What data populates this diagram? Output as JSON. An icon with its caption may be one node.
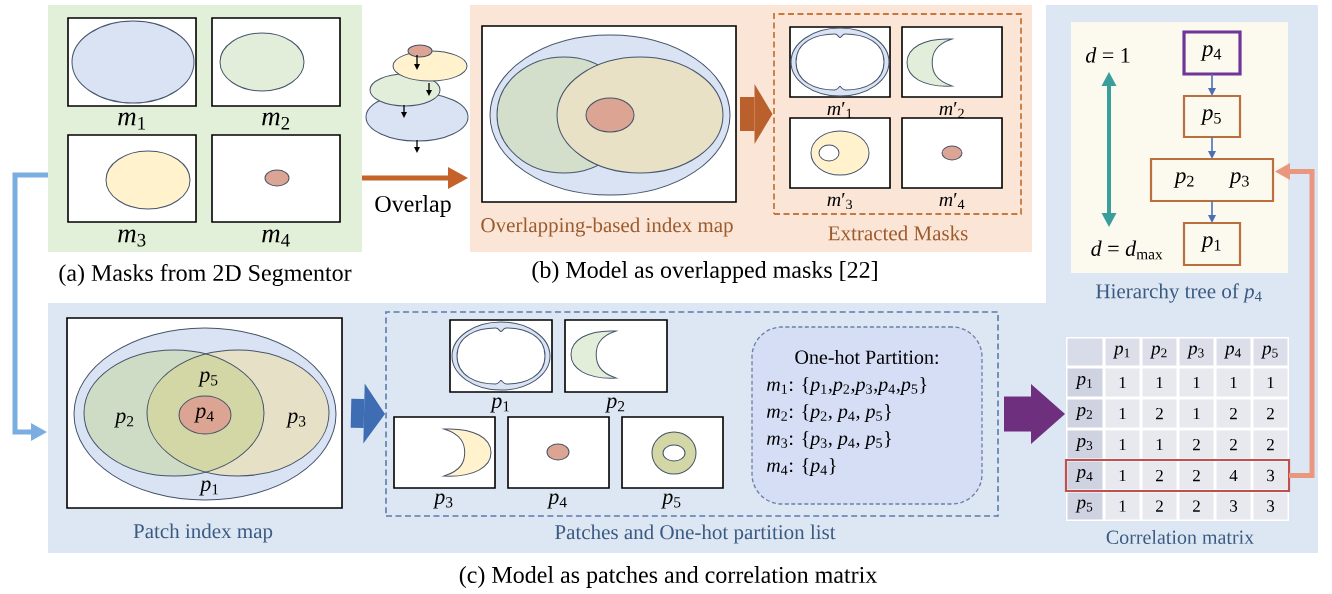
{
  "diagram": {
    "nodes": [
      {
        "text": [
          "(a) Masks from 2D Segmentor"
        ]
      },
      {
        "text": [
          "*m*$_{1}$"
        ],
        "in": 0
      },
      {
        "text": [
          "*m*$_{2}$"
        ],
        "in": 0
      },
      {
        "text": [
          "*m*$_{3}$"
        ],
        "in": 0
      },
      {
        "text": [
          "*m*$_{4}$"
        ],
        "in": 0
      },
      {
        "text": [
          "(b) Model as overlapped masks [22]"
        ]
      },
      {
        "text": [
          "Overlapping-based index map"
        ],
        "in": 5
      },
      {
        "text": [
          "Extracted Masks"
        ],
        "in": 5
      },
      {
        "text": [
          "*m*′$_{1}$"
        ],
        "in": 7
      },
      {
        "text": [
          "*m*′$_{2}$"
        ],
        "in": 7
      },
      {
        "text": [
          "*m*′$_{3}$"
        ],
        "in": 7
      },
      {
        "text": [
          "*m*′$_{4}$"
        ],
        "in": 7
      },
      {
        "text": [
          "(c) Model as patches and correlation matrix"
        ]
      },
      {
        "text": [
          "Hierarchy tree of *p*$_{4}$"
        ],
        "in": 12
      },
      {
        "text": [
          "*p*$_{4}$"
        ],
        "in": 13
      },
      {
        "text": [
          "*p*$_{5}$"
        ],
        "in": 13
      },
      {
        "text": [
          "*p*$_{2}$",
          "*p*$_{3}$"
        ],
        "in": 13
      },
      {
        "text": [
          "*p*$_{1}$"
        ],
        "in": 13
      },
      {
        "text": [
          "*p*$_{5}$",
          "*p*$_{2}$",
          "*p*$_{4}$",
          "*p*$_{3}$",
          "*p*$_{1}$",
          "Patch index map"
        ],
        "in": 12
      },
      {
        "text": [
          "Patches and One-hot partition list"
        ],
        "in": 12
      },
      {
        "text": [
          "*p*$_{1}$"
        ],
        "in": 19
      },
      {
        "text": [
          "*p*$_{2}$"
        ],
        "in": 19
      },
      {
        "text": [
          "*p*$_{3}$"
        ],
        "in": 19
      },
      {
        "text": [
          "*p*$_{4}$"
        ],
        "in": 19
      },
      {
        "text": [
          "*p*$_{5}$"
        ],
        "in": 19
      },
      {
        "text": [
          "One-hot Partition:",
          "*m*$_{1}$: {*p*$_{1}$,*p*$_{2}$,*p*$_{3}$,*p*$_{4}$,*p*$_{5}$}",
          "*m*$_{2}$: {*p*$_{2}$, *p*$_{4}$, *p*$_{5}$}",
          "*m*$_{3}$: {*p*$_{3}$, *p*$_{4}$, *p*$_{5}$}",
          "*m*$_{4}$: {*p*$_{4}$}"
        ],
        "in": 19
      },
      {
        "text": [
          "Correlation matrix"
        ],
        "in": 12
      },
      {
        "text": [
          "*p*$_{4}$",
          "1",
          "2",
          "2",
          "4",
          "3"
        ],
        "in": 26
      }
    ],
    "edges": [
      {
        "from": 0,
        "to": 5,
        "arrow": "to",
        "label": "Overlap",
        "color": "#c5622a"
      },
      {
        "from": 6,
        "to": 7,
        "arrow": "to",
        "style": "thick",
        "color": "#b9602d"
      },
      {
        "from": 0,
        "to": 12,
        "arrow": "to",
        "color": "#7aaee0"
      },
      {
        "from": 18,
        "to": 19,
        "arrow": "to",
        "style": "thick",
        "color": "#3e6db4"
      },
      {
        "from": 19,
        "to": 26,
        "arrow": "to",
        "style": "thick",
        "color": "#6e2f7e"
      },
      {
        "from": 27,
        "to": 16,
        "arrow": "to",
        "color": "#e9977e"
      },
      {
        "from": 14,
        "to": 15,
        "arrow": "to"
      },
      {
        "from": 15,
        "to": 16,
        "arrow": "to"
      },
      {
        "from": 16,
        "to": 17,
        "arrow": "to"
      }
    ],
    "labels": [
      "*d* = 1",
      "*d* = *d*$_{max}$",
      "*p*$_{1}$",
      "*p*$_{2}$",
      "*p*$_{3}$",
      "*p*$_{4}$",
      "*p*$_{5}$",
      "*p*$_{1}$",
      "1",
      "1",
      "1",
      "1",
      "1",
      "*p*$_{2}$",
      "1",
      "2",
      "1",
      "2",
      "2",
      "*p*$_{3}$",
      "1",
      "1",
      "2",
      "2",
      "2",
      "*p*$_{5}$",
      "1",
      "2",
      "2",
      "3",
      "3"
    ]
  }
}
